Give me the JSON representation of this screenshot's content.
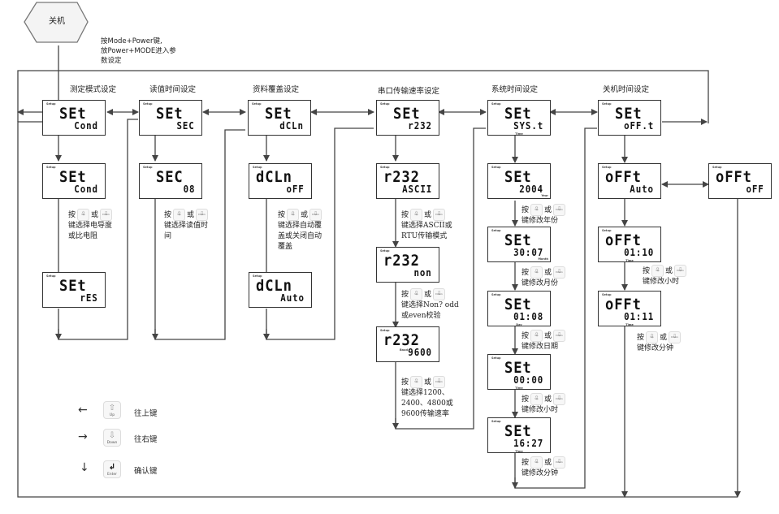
{
  "start": {
    "label": "关机"
  },
  "entry_note": [
    "按Mode+Power键,",
    "放Power+MODE进入参",
    "数设定"
  ],
  "sections": [
    {
      "title": "测定模式设定"
    },
    {
      "title": "读值时间设定"
    },
    {
      "title": "资料覆盖设定"
    },
    {
      "title": "串口传输速率设定"
    },
    {
      "title": "系统时间设定"
    },
    {
      "title": "关机时间设定"
    }
  ],
  "screens": {
    "cond_top": {
      "setup": "Setup",
      "line1": "SEt",
      "line2": "Cond"
    },
    "cond_a": {
      "setup": "Setup",
      "line1": "SEt",
      "line2": "Cond"
    },
    "cond_b": {
      "setup": "Setup",
      "line1": "SEt",
      "line2": "rES"
    },
    "sec_top": {
      "setup": "Setup",
      "line1": "SEt",
      "line2": "SEC"
    },
    "sec_a": {
      "setup": "Setup",
      "line1": "SEC",
      "line2": "08"
    },
    "dcln_top": {
      "setup": "Setup",
      "line1": "SEt",
      "line2": "dCLn"
    },
    "dcln_a": {
      "setup": "Setup",
      "line1": "dCLn",
      "line2": "oFF"
    },
    "dcln_b": {
      "setup": "Setup",
      "line1": "dCLn",
      "line2": "Auto"
    },
    "r232_top": {
      "setup": "Setup",
      "line1": "SEt",
      "line2": "r232"
    },
    "r232_a": {
      "setup": "Setup",
      "line1": "r232",
      "line2": "ASCII"
    },
    "r232_b": {
      "setup": "Setup",
      "line1": "r232",
      "line2": "non"
    },
    "r232_c": {
      "setup": "Setup",
      "line1": "r232",
      "line2": "9600",
      "unit": "Baud"
    },
    "sys_top": {
      "setup": "Setup",
      "line1": "SEt",
      "line2": "SYS.t",
      "unit": "Time"
    },
    "sys_year": {
      "setup": "Setup",
      "line1": "SEt",
      "line2": "2004",
      "unit": "Year"
    },
    "sys_month": {
      "setup": "Setup",
      "line1": "SEt",
      "line2": "30:07",
      "unit": "Month"
    },
    "sys_day": {
      "setup": "Setup",
      "line1": "SEt",
      "line2": "01:08",
      "unit": "Day"
    },
    "sys_hour": {
      "setup": "Setup",
      "line1": "SEt",
      "line2": "00:00",
      "unit": "Time"
    },
    "sys_min": {
      "setup": "Setup",
      "line1": "SEt",
      "line2": "16:27",
      "unit": "Time"
    },
    "offt_top": {
      "setup": "Setup",
      "line1": "SEt",
      "line2": "oFF.t"
    },
    "offt_auto": {
      "setup": "Setup",
      "line1": "oFFt",
      "line2": "Auto"
    },
    "offt_off": {
      "setup": "Setup",
      "line1": "oFFt",
      "line2": "oFF"
    },
    "offt_hour": {
      "setup": "Setup",
      "line1": "oFFt",
      "line2": "01:10",
      "unit": "Time"
    },
    "offt_min": {
      "setup": "Setup",
      "line1": "oFFt",
      "line2": "01:11",
      "unit": "Time"
    }
  },
  "keys": {
    "up": "Up",
    "down": "Down",
    "enter": "Enter",
    "press": "按",
    "or": "或"
  },
  "notes": {
    "cond": [
      "键选择电导度",
      "或比电阻"
    ],
    "sec": [
      "键选择读值时",
      "间"
    ],
    "dcln": [
      "键选择自动覆",
      "盖或关闭自动",
      "覆盖"
    ],
    "r232_a": [
      "键选择ASCII或",
      "RTU传输模式"
    ],
    "r232_b": [
      "键选择Non? odd",
      "或even校验"
    ],
    "r232_c": [
      "键选择1200、",
      "2400、4800或",
      "9600传输速率"
    ],
    "year": [
      "键修改年份"
    ],
    "month": [
      "键修改月份"
    ],
    "day": [
      "键修改日期"
    ],
    "hour": [
      "键修改小时"
    ],
    "minute": [
      "键修改分钟"
    ],
    "off_hour": [
      "键修改小时"
    ],
    "off_min": [
      "键修改分钟"
    ]
  },
  "legend": [
    {
      "arrow": "←",
      "key": "Up",
      "text": "往上键"
    },
    {
      "arrow": "→",
      "key": "Down",
      "text": "往右键"
    },
    {
      "arrow": "↓",
      "key": "Enter",
      "text": "确认键"
    }
  ]
}
